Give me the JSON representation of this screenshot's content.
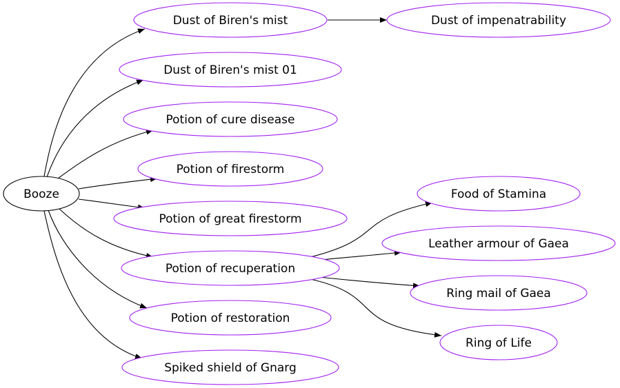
{
  "colors": {
    "root_stroke": "#000000",
    "node_stroke": "#a020f0",
    "edge": "#000000",
    "text": "#000000",
    "background": "#ffffff"
  },
  "nodes": {
    "booze": "Booze",
    "dust_biren": "Dust of Biren's mist",
    "dust_biren_01": "Dust of Biren's mist 01",
    "potion_cure": "Potion of cure disease",
    "potion_firestorm": "Potion of firestorm",
    "potion_great_firestorm": "Potion of great firestorm",
    "potion_recuperation": "Potion of recuperation",
    "potion_restoration": "Potion of restoration",
    "spiked_shield": "Spiked shield of Gnarg",
    "dust_impenetrability": "Dust of impenatrability",
    "food_stamina": "Food of Stamina",
    "leather_gaea": "Leather armour of Gaea",
    "ring_mail_gaea": "Ring mail of Gaea",
    "ring_life": "Ring of Life"
  },
  "edges": [
    {
      "from": "booze",
      "to": "dust_biren"
    },
    {
      "from": "booze",
      "to": "dust_biren_01"
    },
    {
      "from": "booze",
      "to": "potion_cure"
    },
    {
      "from": "booze",
      "to": "potion_firestorm"
    },
    {
      "from": "booze",
      "to": "potion_great_firestorm"
    },
    {
      "from": "booze",
      "to": "potion_recuperation"
    },
    {
      "from": "booze",
      "to": "potion_restoration"
    },
    {
      "from": "booze",
      "to": "spiked_shield"
    },
    {
      "from": "dust_biren",
      "to": "dust_impenetrability"
    },
    {
      "from": "potion_recuperation",
      "to": "food_stamina"
    },
    {
      "from": "potion_recuperation",
      "to": "leather_gaea"
    },
    {
      "from": "potion_recuperation",
      "to": "ring_mail_gaea"
    },
    {
      "from": "potion_recuperation",
      "to": "ring_life"
    }
  ]
}
